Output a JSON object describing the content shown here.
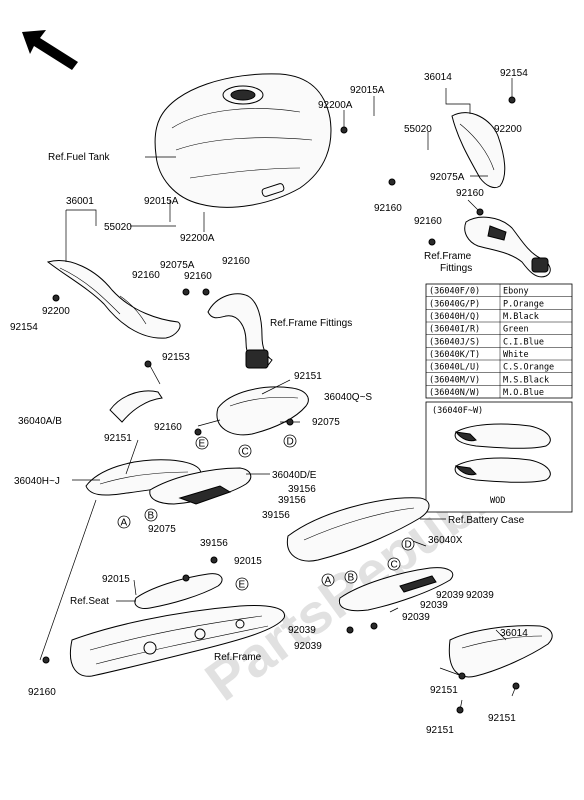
{
  "watermark": "PartsRepublik",
  "refs": {
    "fuel_tank": "Ref.Fuel Tank",
    "frame_fittings_right": "Ref.Frame\nFittings",
    "frame_fittings_mid": "Ref.Frame Fittings",
    "battery_case": "Ref.Battery Case",
    "seat": "Ref.Seat",
    "frame": "Ref.Frame"
  },
  "part_labels": {
    "p36001": "36001",
    "p55020_left": "55020",
    "p92015A_left": "92015A",
    "p92200A_left": "92200A",
    "p92075A_left": "92075A",
    "p92160_left": "92160",
    "p92160_left2": "92160",
    "p92160_left3": "92160",
    "p92200_left": "92200",
    "p92154_left": "92154",
    "p92015A_top": "92015A",
    "p92200A_top": "92200A",
    "p36014_top": "36014",
    "p92154_top": "92154",
    "p55020_top": "55020",
    "p92200_top": "92200",
    "p92075A_right": "92075A",
    "p92160_right": "92160",
    "p92160_right2": "92160",
    "p92160_right3": "92160",
    "p92153": "92153",
    "p92151_top": "92151",
    "p36040QS": "36040Q~S",
    "p36040AB": "36040A/B",
    "p92160_mid": "92160",
    "p92075_mid": "92075",
    "p92151_left": "92151",
    "p36040HJ": "36040H~J",
    "p36040DE": "36040D/E",
    "p39156_a": "39156",
    "p39156_b": "39156",
    "p39156_c": "39156",
    "p39156_d": "39156",
    "p92075_low": "92075",
    "p92015_a": "92015",
    "p92015_b": "92015",
    "p36040X": "36040X",
    "p92039_a": "92039",
    "p92039_b": "92039",
    "p92039_c": "92039",
    "p92039_d": "92039",
    "p92039_e": "92039",
    "p92039_f": "92039",
    "p92160_bottom": "92160",
    "p36014_bottom": "36014",
    "p92151_b1": "92151",
    "p92151_b2": "92151",
    "p92151_b3": "92151"
  },
  "callouts": {
    "A1": "A",
    "B1": "B",
    "C1": "C",
    "D1": "D",
    "E1": "E",
    "A2": "A",
    "B2": "B",
    "C2": "C",
    "D2": "D",
    "E2": "E"
  },
  "color_table": {
    "rows": [
      {
        "code": "(36040F/0)",
        "color": "Ebony"
      },
      {
        "code": "(36040G/P)",
        "color": "P.Orange"
      },
      {
        "code": "(36040H/Q)",
        "color": "M.Black"
      },
      {
        "code": "(36040I/R)",
        "color": "Green"
      },
      {
        "code": "(36040J/S)",
        "color": "C.I.Blue"
      },
      {
        "code": "(36040K/T)",
        "color": "White"
      },
      {
        "code": "(36040L/U)",
        "color": "C.S.Orange"
      },
      {
        "code": "(36040M/V)",
        "color": "M.S.Black"
      },
      {
        "code": "(36040N/W)",
        "color": "M.O.Blue"
      }
    ],
    "inset_title": "(36040F~W)",
    "inset_caption": "WOD"
  }
}
